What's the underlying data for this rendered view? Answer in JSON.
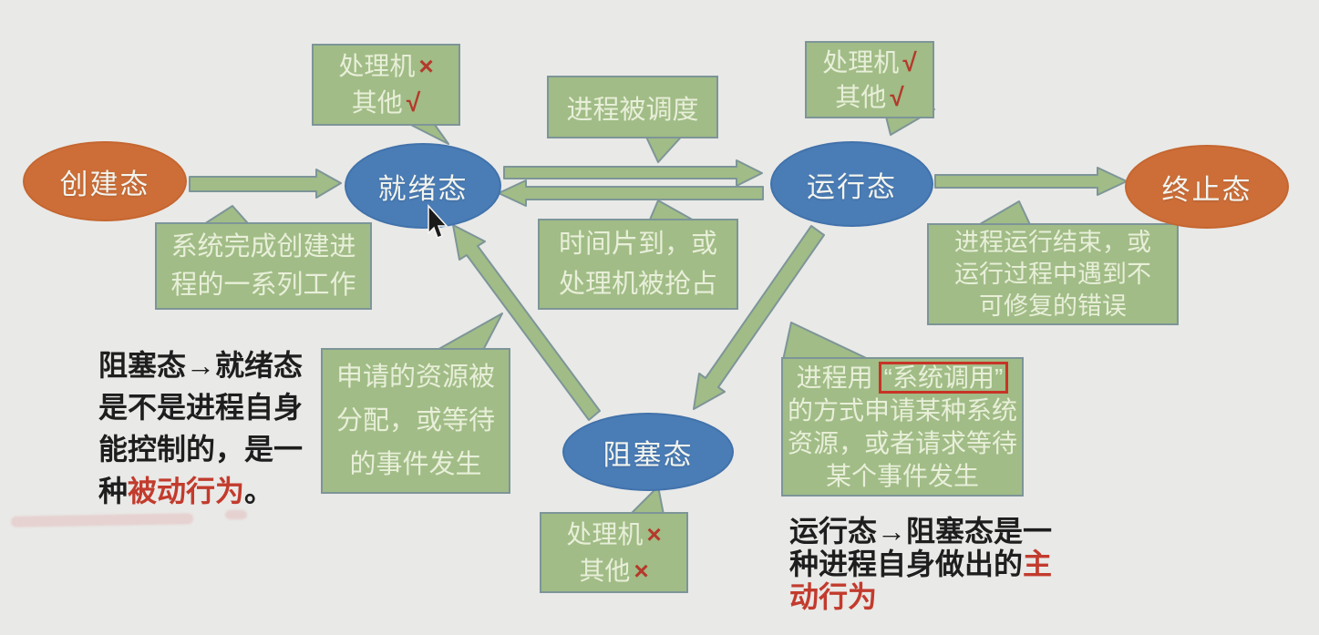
{
  "colors": {
    "background": "#e9e9e7",
    "green_fill": "#a1bc86",
    "green_border": "#7d9598",
    "green_text": "#e8efd9",
    "blue_state": "#4a7cb6",
    "orange_state": "#cd6e38",
    "state_text": "#f2f4ee",
    "red_annotation": "#b4392c",
    "note_text": "#1e1e1e"
  },
  "states": {
    "create": {
      "label": "创建态"
    },
    "ready": {
      "label": "就绪态"
    },
    "running": {
      "label": "运行态"
    },
    "terminate": {
      "label": "终止态"
    },
    "blocked": {
      "label": "阻塞态"
    }
  },
  "callouts": {
    "ready_tag": {
      "label1": "处理机",
      "mark1": "×",
      "label2": "其他",
      "mark2": "√"
    },
    "running_tag": {
      "label1": "处理机",
      "mark1": "√",
      "label2": "其他",
      "mark2": "√"
    },
    "blocked_tag": {
      "label1": "处理机",
      "mark1": "×",
      "label2": "其他",
      "mark2": "×"
    },
    "schedule": {
      "text": "进程被调度"
    },
    "timeslice": {
      "lines": [
        "时间片到，或",
        "处理机被抢占"
      ]
    },
    "create_work": {
      "lines": [
        "系统完成创建进",
        "程的一系列工作"
      ]
    },
    "terminate_reason": {
      "lines": [
        "进程运行结束，或",
        "运行过程中遇到不",
        "可修复的错误"
      ]
    },
    "resource": {
      "lines": [
        "申请的资源被",
        "分配，或等待",
        "的事件发生"
      ]
    },
    "syscall": {
      "line1_prefix": "进程用",
      "line1_boxed": "“系统调用”",
      "lines": [
        "的方式申请某种系统",
        "资源，或者请求等待",
        "某个事件发生"
      ]
    }
  },
  "notes": {
    "passive": {
      "line1": "阻塞态→就绪态",
      "line2": "是不是进程自身",
      "line3": "能控制的，是一",
      "line4_prefix": "种",
      "line4_red": "被动行为",
      "line4_suffix": "。"
    },
    "active": {
      "line1": "运行态→阻塞态是一",
      "line2_prefix": "种进程自身做出的",
      "line2_red": "主",
      "line3_red": "动行为"
    }
  }
}
